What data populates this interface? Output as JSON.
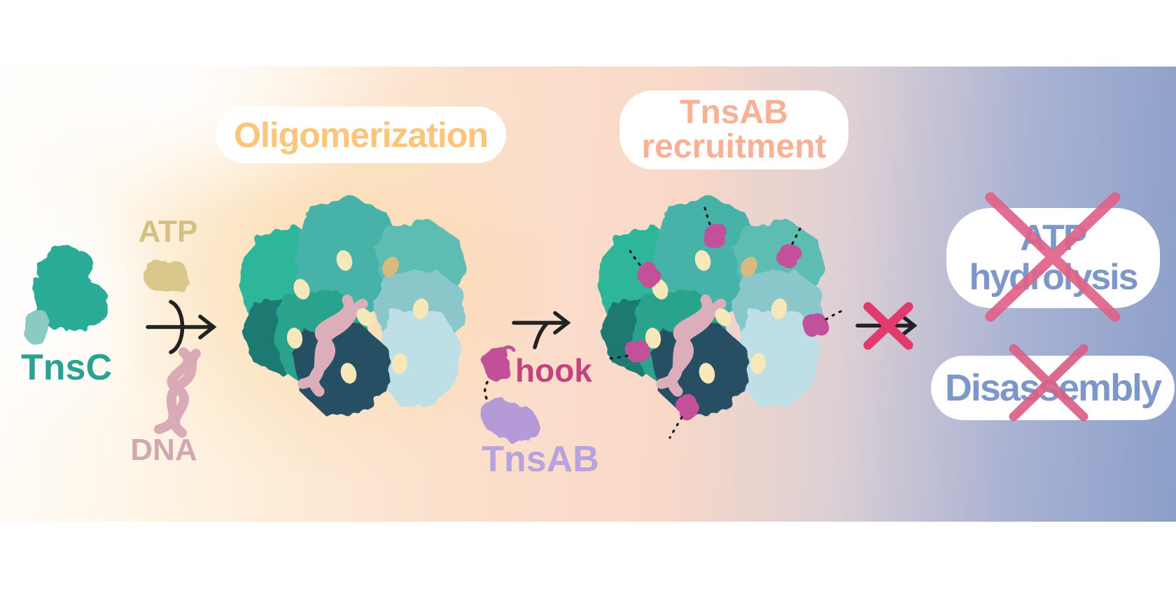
{
  "figure": {
    "stage1": {
      "monomer_label": "TnsC",
      "atp_label": "ATP",
      "dna_label": "DNA"
    },
    "stage2": {
      "pill_label": "Oligomerization"
    },
    "stage3": {
      "hook_label": "hook",
      "tnsab_label": "TnsAB",
      "pill_line1": "TnsAB",
      "pill_line2": "recruitment"
    },
    "stage4": {
      "blocked1_line1": "ATP",
      "blocked1_line2": "hydrolysis",
      "blocked2_label": "Disassembly"
    },
    "colors": {
      "tnsc_teal": "#2aab97",
      "tnsc_teal_light": "#8acac2",
      "atp_khaki": "#d9c78c",
      "atp_cream": "#f7e8ba",
      "atp_tan": "#d9b97e",
      "dna_pink": "#d9abb6",
      "oligomerization_text": "#fbc57b",
      "recruitment_text": "#f7b194",
      "hook_magenta": "#c2509a",
      "tnsab_purple": "#b49bd8",
      "blocked_text_blue": "#7d97c9",
      "cross_pink": "#e23a6d",
      "cross_rose": "#e06288",
      "subunits": [
        "#2fb69a",
        "#46b3a8",
        "#5dbdb3",
        "#8ac7cb",
        "#bedfe6",
        "#1f7a72",
        "#2aa38c",
        "#254f63"
      ],
      "background_right_blue": "#8b9fc9",
      "background_peach": "#f9d8c8",
      "background_glow": "#facd8a"
    }
  }
}
